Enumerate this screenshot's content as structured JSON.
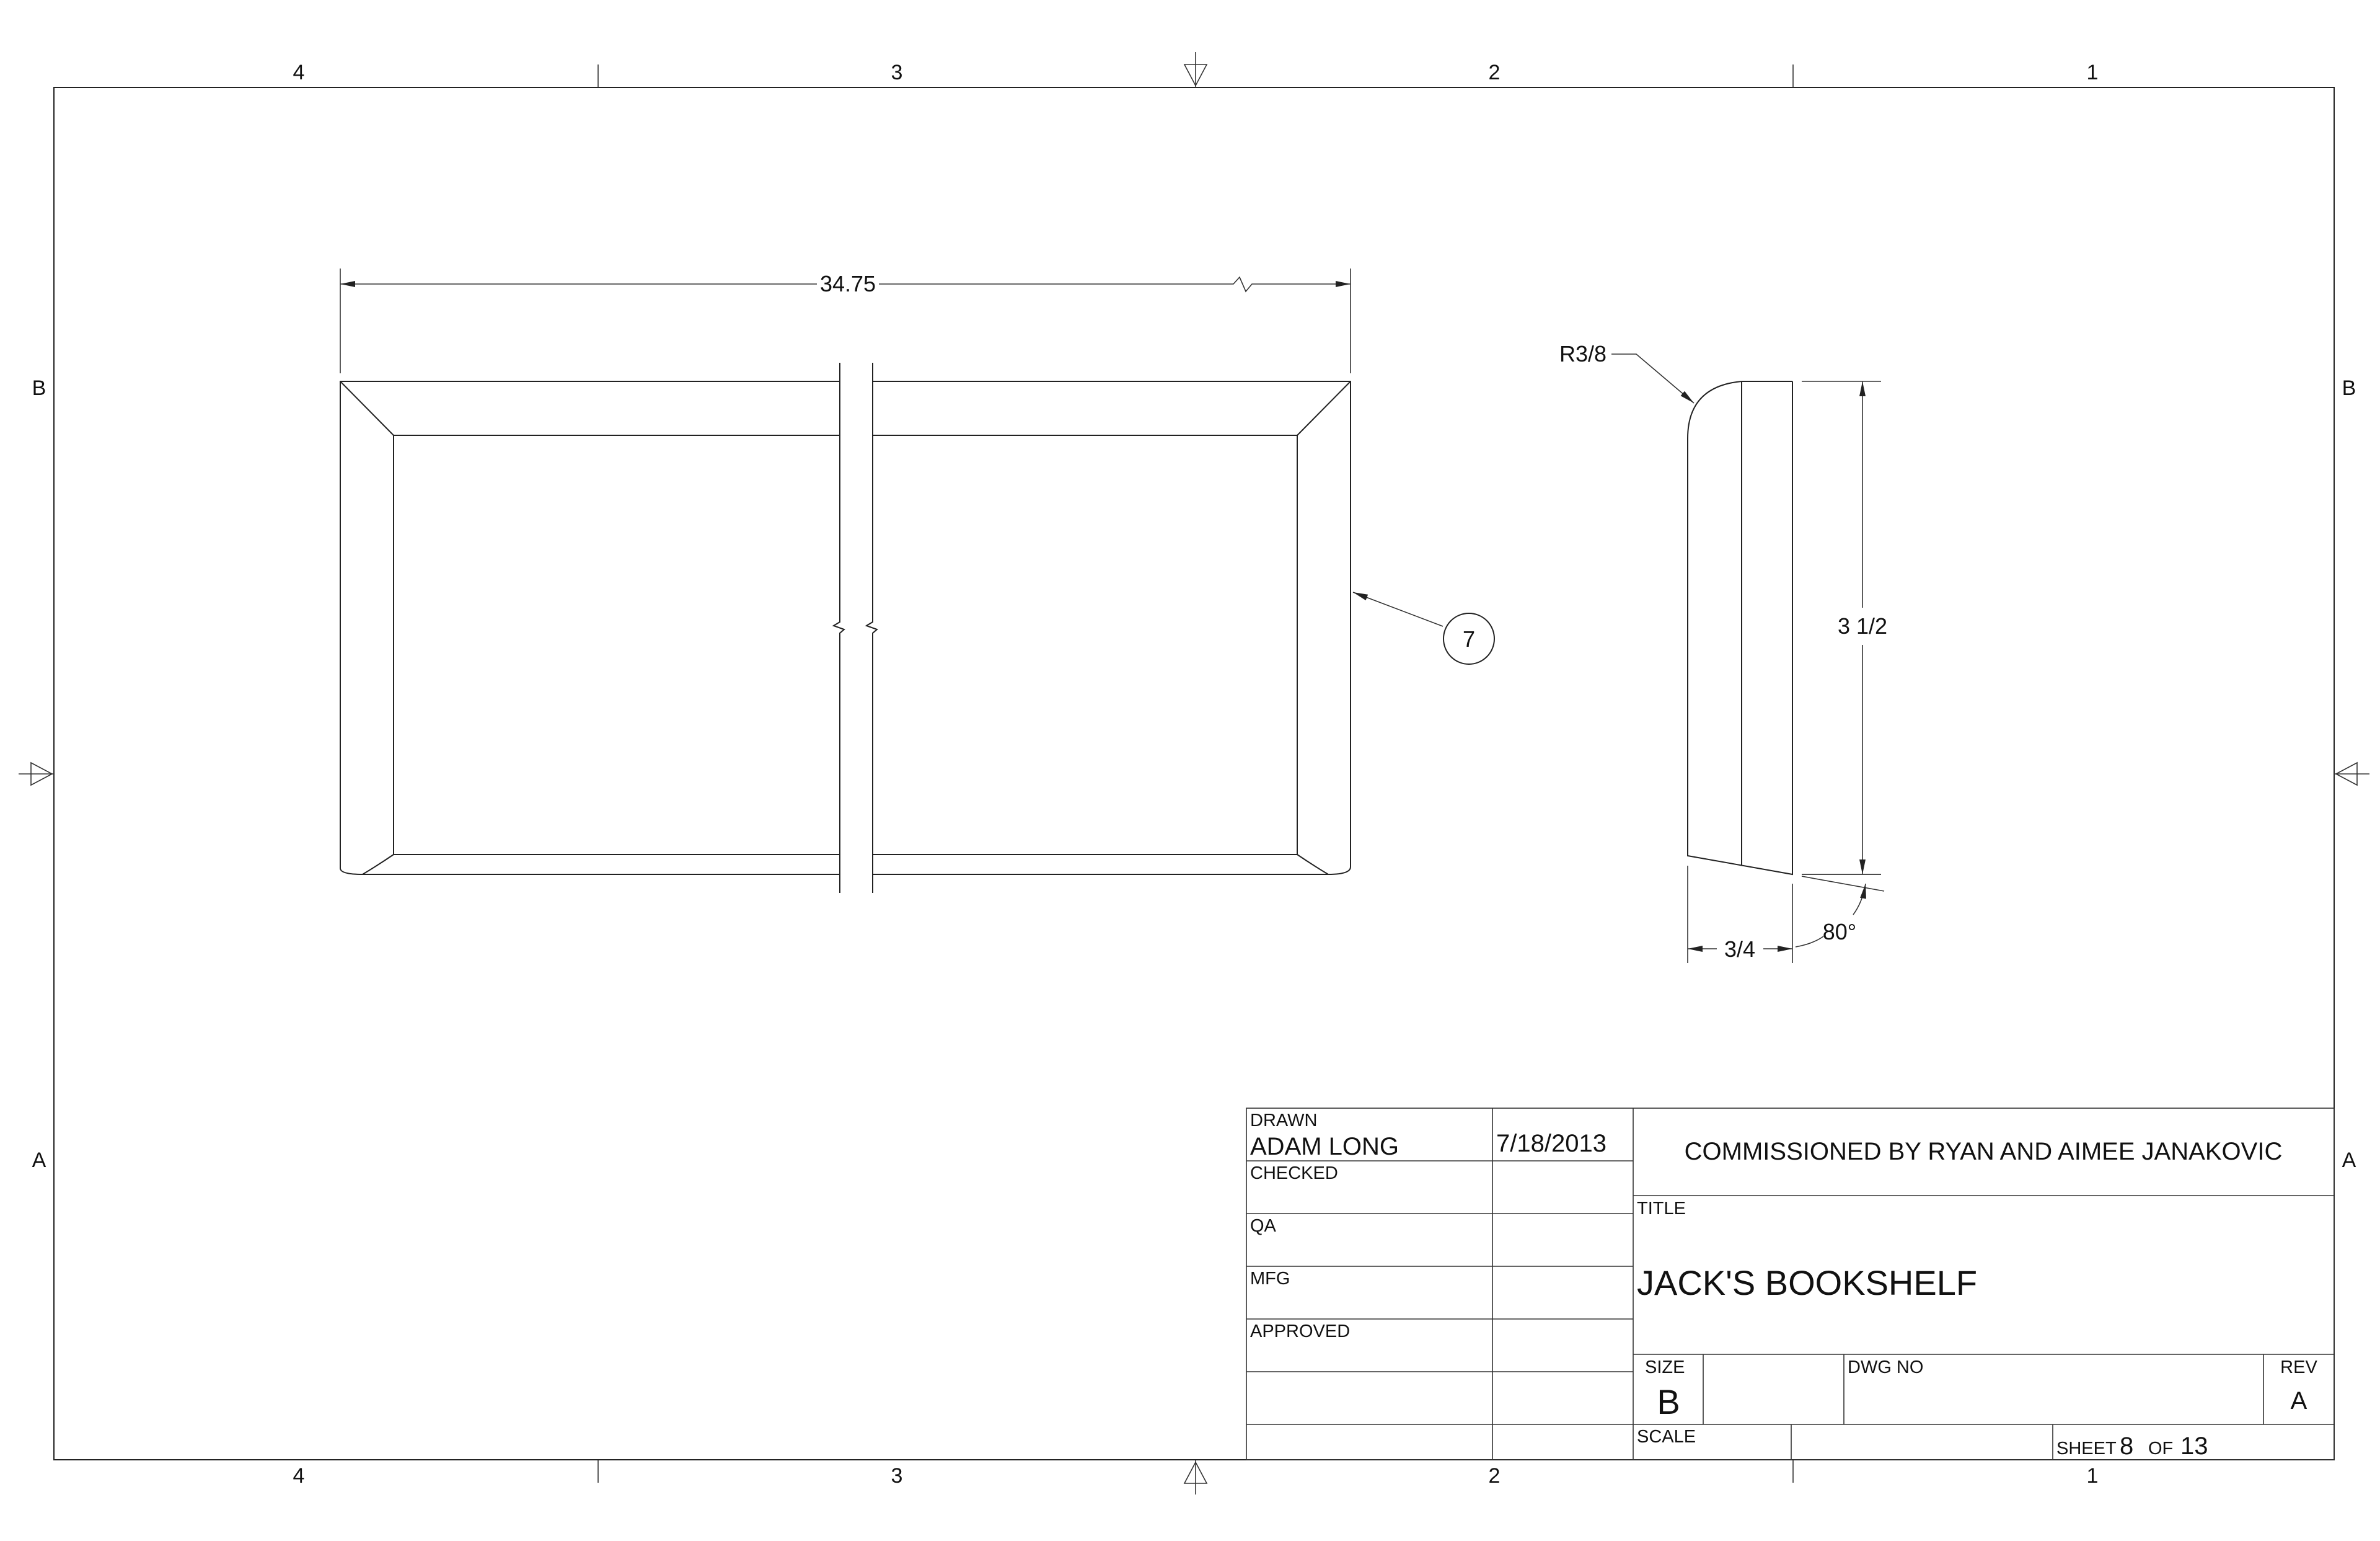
{
  "zones": {
    "columns": [
      "4",
      "3",
      "2",
      "1"
    ],
    "rows": [
      "B",
      "A"
    ]
  },
  "dimensions": {
    "overall_length": "34.75",
    "edge_radius": "R3/8",
    "height": "3 1/2",
    "thickness": "3/4",
    "bevel_angle": "80°"
  },
  "balloon": {
    "item": "7"
  },
  "title_block": {
    "drawn_label": "DRAWN",
    "drawn_by": "ADAM LONG",
    "drawn_date": "7/18/2013",
    "checked_label": "CHECKED",
    "qa_label": "QA",
    "mfg_label": "MFG",
    "approved_label": "APPROVED",
    "commissioned": "COMMISSIONED BY RYAN AND AIMEE JANAKOVIC",
    "title_label": "TITLE",
    "title": "JACK'S BOOKSHELF",
    "size_label": "SIZE",
    "size": "B",
    "dwg_no_label": "DWG NO",
    "rev_label": "REV",
    "rev": "A",
    "scale_label": "SCALE",
    "sheet_label": "SHEET",
    "sheet_num": "8",
    "of_label": "OF",
    "sheet_total": "13"
  }
}
